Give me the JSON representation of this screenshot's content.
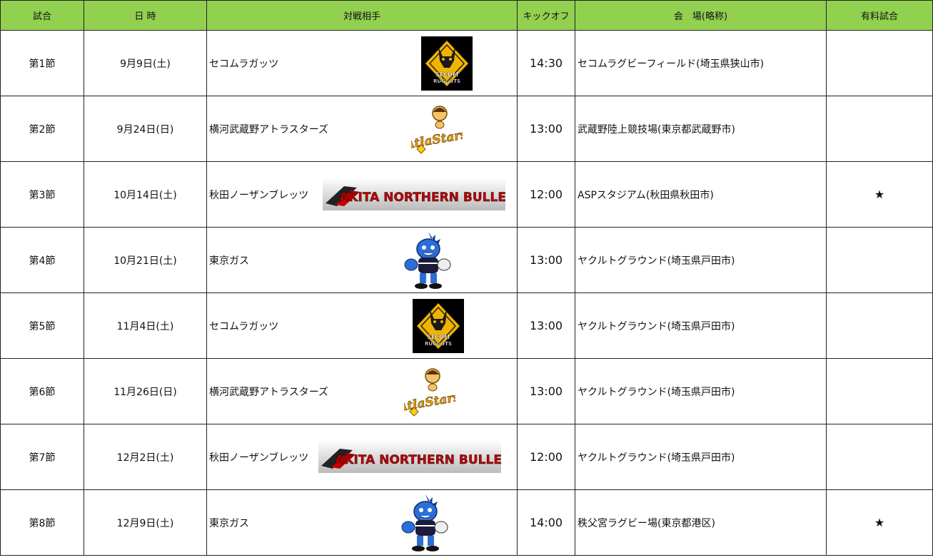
{
  "headers": {
    "match": "試合",
    "date": "日 時",
    "opponent": "対戦相手",
    "kickoff": "キックオフ",
    "venue": "会　場(略称)",
    "paid": "有料試合"
  },
  "logos": {
    "secom": {
      "top": "SECOM",
      "bottom": "RUGGUTS",
      "bg": "#000000",
      "accent": "#f0b400"
    },
    "atla": {
      "text": "AtlaStars",
      "color": "#e6a100"
    },
    "akita": {
      "text": "AKITA NORTHERN BULLETS",
      "color": "#c00000"
    },
    "gas": {
      "color": "#2b6fd6"
    }
  },
  "rows": [
    {
      "match": "第1節",
      "date": "9月9日(土)",
      "opponent": "セコムラガッツ",
      "logo": "secom",
      "kickoff": "14:30",
      "venue": "セコムラグビーフィールド(埼玉県狭山市)",
      "paid": ""
    },
    {
      "match": "第2節",
      "date": "9月24日(日)",
      "opponent": "横河武蔵野アトラスターズ",
      "logo": "atla",
      "kickoff": "13:00",
      "venue": "武蔵野陸上競技場(東京都武蔵野市)",
      "paid": ""
    },
    {
      "match": "第3節",
      "date": "10月14日(土)",
      "opponent": "秋田ノーザンブレッツ",
      "logo": "akita",
      "kickoff": "12:00",
      "venue": "ASPスタジアム(秋田県秋田市)",
      "paid": "★"
    },
    {
      "match": "第4節",
      "date": "10月21日(土)",
      "opponent": "東京ガス",
      "logo": "gas",
      "kickoff": "13:00",
      "venue": "ヤクルトグラウンド(埼玉県戸田市)",
      "paid": ""
    },
    {
      "match": "第5節",
      "date": "11月4日(土)",
      "opponent": "セコムラガッツ",
      "logo": "secom",
      "kickoff": "13:00",
      "venue": "ヤクルトグラウンド(埼玉県戸田市)",
      "paid": ""
    },
    {
      "match": "第6節",
      "date": "11月26日(日)",
      "opponent": "横河武蔵野アトラスターズ",
      "logo": "atla",
      "kickoff": "13:00",
      "venue": "ヤクルトグラウンド(埼玉県戸田市)",
      "paid": ""
    },
    {
      "match": "第7節",
      "date": "12月2日(土)",
      "opponent": "秋田ノーザンブレッツ",
      "logo": "akita",
      "kickoff": "12:00",
      "venue": "ヤクルトグラウンド(埼玉県戸田市)",
      "paid": ""
    },
    {
      "match": "第8節",
      "date": "12月9日(土)",
      "opponent": "東京ガス",
      "logo": "gas",
      "kickoff": "14:00",
      "venue": "秩父宮ラグビー場(東京都港区)",
      "paid": "★"
    }
  ]
}
